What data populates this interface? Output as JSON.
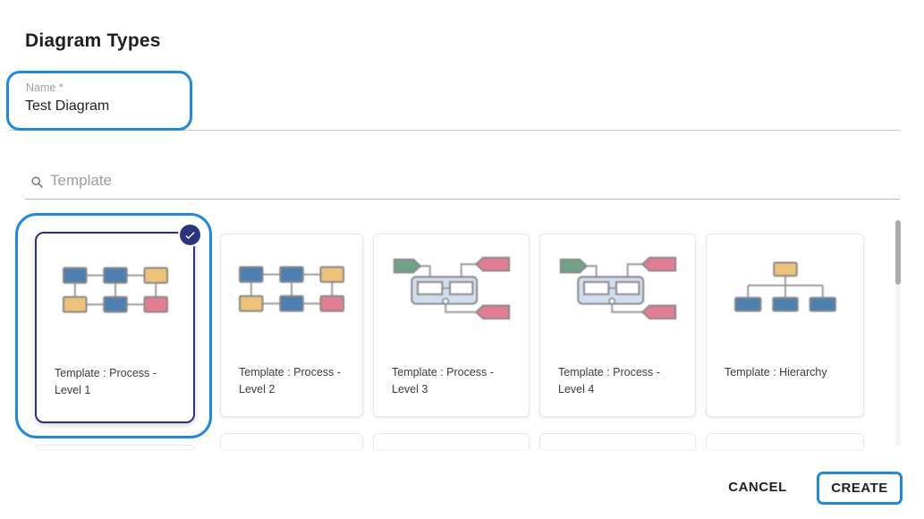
{
  "dialog": {
    "title": "Diagram Types",
    "name_field": {
      "label": "Name *",
      "value": "Test Diagram"
    },
    "search": {
      "placeholder": "Template",
      "icon": "search-icon"
    },
    "templates": [
      {
        "label": "Template : Process - Level 1",
        "selected": true,
        "thumbnail": "process-ladder"
      },
      {
        "label": "Template : Process - Level 2",
        "selected": false,
        "thumbnail": "process-ladder"
      },
      {
        "label": "Template : Process - Level 3",
        "selected": false,
        "thumbnail": "process-container"
      },
      {
        "label": "Template : Process - Level 4",
        "selected": false,
        "thumbnail": "process-container"
      },
      {
        "label": "Template : Hierarchy",
        "selected": false,
        "thumbnail": "hierarchy"
      }
    ],
    "next_row_partially_visible": true,
    "footer": {
      "cancel_label": "CANCEL",
      "create_label": "CREATE"
    },
    "colors": {
      "accent_highlight": "#1e88e5",
      "selected_navy": "#28357e",
      "node_blue": "#4d80b0",
      "node_yellow": "#ecc377",
      "node_pink": "#e27d92",
      "node_green": "#6fa287",
      "container_fill": "#cfdeee",
      "shape_border": "#8a8a8a",
      "connector": "#9a9a9a"
    },
    "scrollbar": {
      "orientation": "vertical",
      "thumb_position": "top"
    }
  }
}
